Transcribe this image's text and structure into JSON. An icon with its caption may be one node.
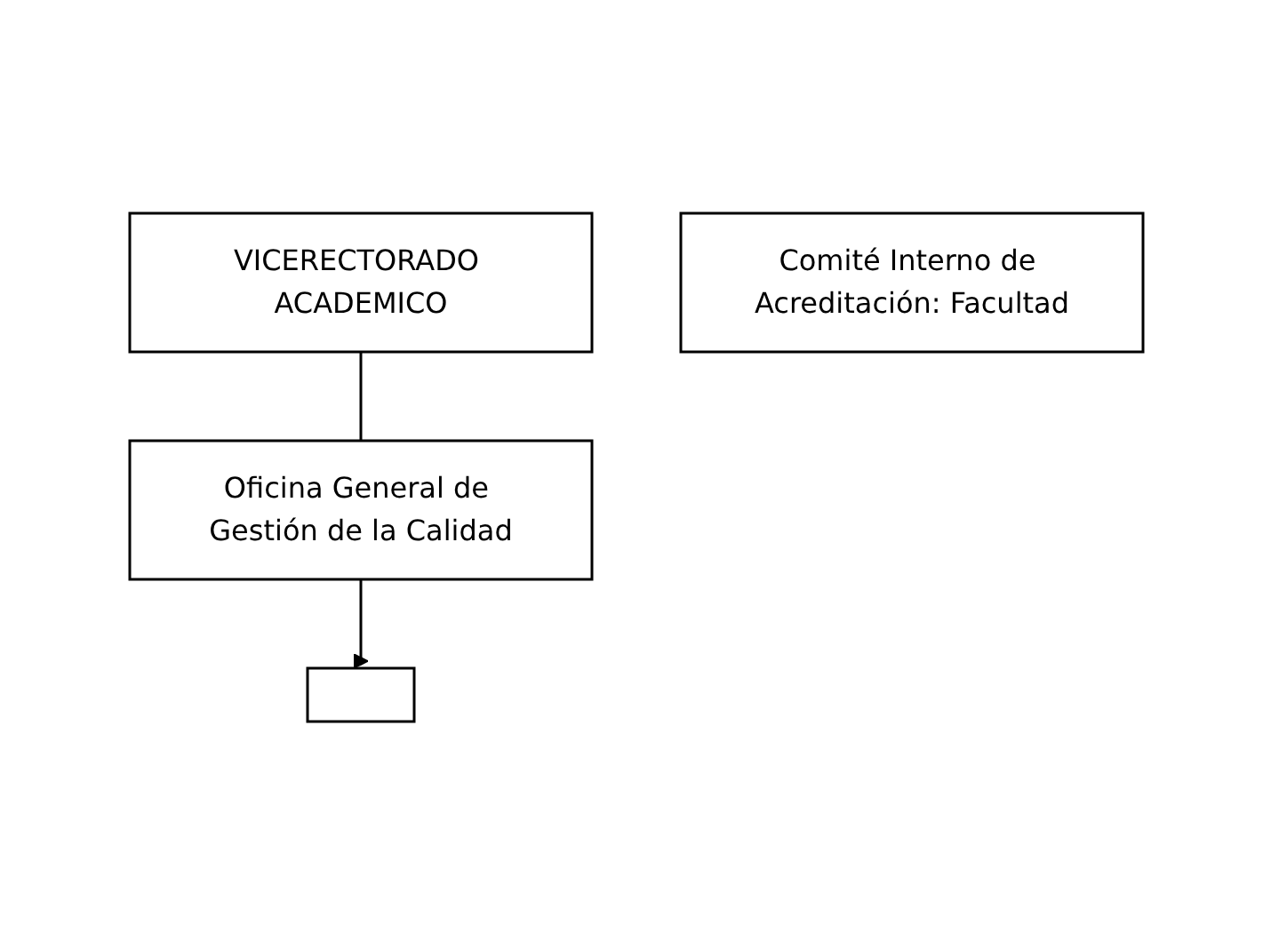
{
  "diagram": {
    "nodes": [
      {
        "text": [
          "VICERECTORADO ACADEMICO"
        ]
      },
      {
        "text": [
          "Oficina General de Gestión de la Calidad"
        ]
      },
      {
        "text": [],
        "shape": "box"
      },
      {
        "text": [
          "Comité Interno de Acreditación: Facultad"
        ]
      }
    ],
    "edges": [
      {
        "from": 0,
        "to": 1,
        "arrow": "none"
      },
      {
        "from": 1,
        "to": 2,
        "arrow": "to"
      }
    ]
  }
}
